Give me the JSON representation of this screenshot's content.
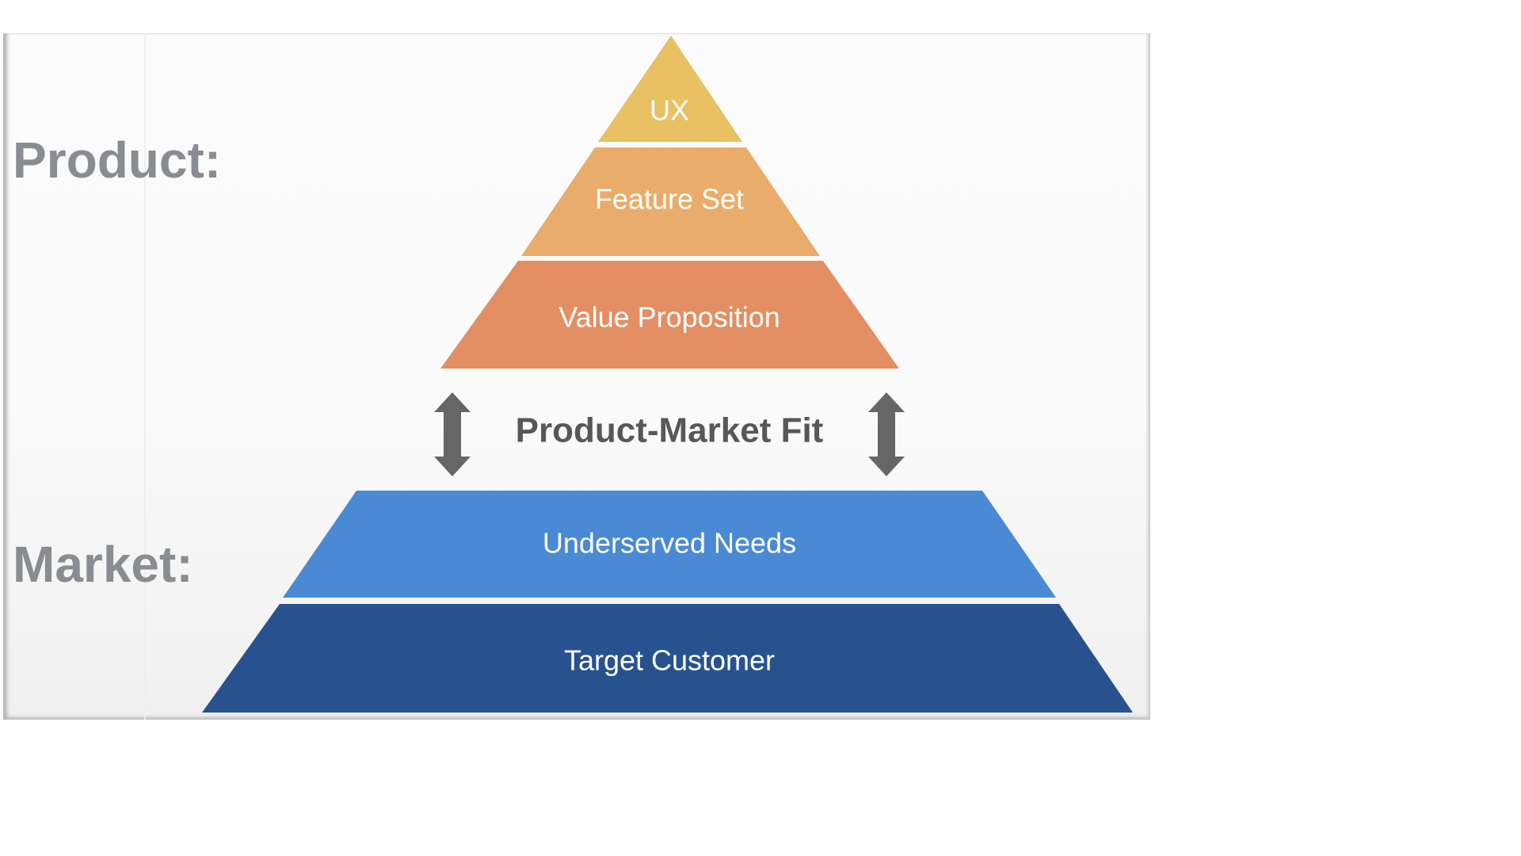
{
  "side_labels": {
    "product": "Product:",
    "market": "Market:"
  },
  "pyramid": {
    "product_layers": [
      "UX",
      "Feature Set",
      "Value Proposition"
    ],
    "fit_label": "Product-Market Fit",
    "market_layers": [
      "Underserved Needs",
      "Target Customer"
    ]
  },
  "colors": {
    "ux": "#e9c163",
    "feature_set": "#e9ac6a",
    "value_proposition": "#e38f63",
    "underserved_needs": "#4a8ad4",
    "target_customer": "#27528f",
    "arrow": "#666666",
    "side_label": "#898c91"
  }
}
